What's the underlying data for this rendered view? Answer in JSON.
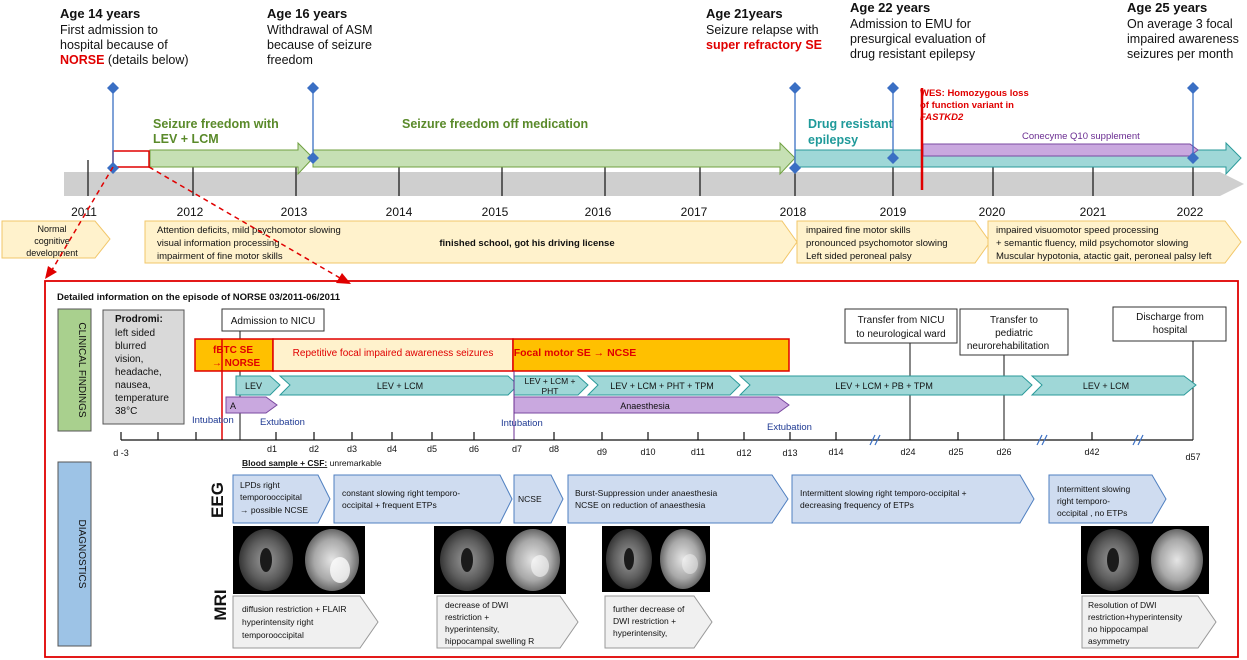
{
  "milestones": [
    {
      "age": "Age 14 years",
      "l1": "First admission to",
      "l2": "hospital because of",
      "l3_red": "NORSE",
      "l3_tail": " (details below)"
    },
    {
      "age": "Age 16 years",
      "l1": "Withdrawal of ASM",
      "l2": "because of seizure",
      "l3": "freedom"
    },
    {
      "age": "Age 21years",
      "l1": "Seizure relapse with",
      "l2_red": "super refractory SE"
    },
    {
      "age": "Age 22 years",
      "l1": "Admission to EMU for",
      "l2": "presurgical evaluation of",
      "l3": "drug resistant epilepsy"
    },
    {
      "age": "Age 25 years",
      "l1": "On average 3 focal",
      "l2": "impaired awareness",
      "l3": "seizures per month"
    }
  ],
  "wes": {
    "l1": "WES: Homozygous loss",
    "l2": "of function variant in",
    "l3": "FASTKD2"
  },
  "bars": {
    "freedom_lev_l1": "Seizure freedom with",
    "freedom_lev_l2": "LEV + LCM",
    "freedom_off": "Seizure freedom off medication",
    "drug_res_l1": "Drug resistant",
    "drug_res_l2": "epilepsy",
    "coq10": "Conecyme Q10 supplement"
  },
  "years": [
    "2011",
    "2012",
    "2013",
    "2014",
    "2015",
    "2016",
    "2017",
    "2018",
    "2019",
    "2020",
    "2021",
    "2022"
  ],
  "development": {
    "normal_l1": "Normal",
    "normal_l2": "cognitive",
    "normal_l3": "development",
    "mid_l1": "Attention deficits, mild psychomotor slowing",
    "mid_l2": "visual information processing",
    "mid_l3": "impairment of fine motor skills",
    "mid_center": "finished school, got his driving license",
    "r1_l1": "impaired fine motor skills",
    "r1_l2": "pronounced psychomotor slowing",
    "r1_l3": "Left sided peroneal palsy",
    "r2_l1": "impaired visuomotor speed processing",
    "r2_l2": "+ semantic fluency, mild psychomotor slowing",
    "r2_l3": "Muscular hypotonia, atactic gait, peroneal palsy left"
  },
  "detail_title": "Detailed information on the episode of NORSE 03/2011-06/2011",
  "side_labels": {
    "clinical": "CLINICAL FINDINGS",
    "diagnostics": "DIAGNOSTICS"
  },
  "prodromi": {
    "title": "Prodromi:",
    "lines": [
      "left sided",
      "blurred",
      "vision,",
      "headache,",
      "nausea,",
      "temperature",
      "38°C"
    ]
  },
  "clinical": {
    "nicu": "Admission to NICU",
    "fbtc_l1": "fBTC SE",
    "fbtc_l2": "→ NORSE",
    "repetitive": "Repetitive focal impaired awareness seizures",
    "focal_motor": "Focal motor SE  → NCSE",
    "transfer_nicu_l1": "Transfer from NICU",
    "transfer_nicu_l2": "to neurological ward",
    "transfer_ped_l1": "Transfer to",
    "transfer_ped_l2": "pediatric",
    "transfer_ped_l3": "neurorehabilitation",
    "discharge_l1": "Discharge from",
    "discharge_l2": "hospital"
  },
  "medications": [
    "LEV",
    "LEV + LCM",
    "LEV + LCM +",
    "PHT",
    "LEV + LCM + PHT + TPM",
    "LEV + LCM + PB + TPM",
    "LEV + LCM"
  ],
  "anaesthesia": {
    "a": "A",
    "label": "Anaesthesia"
  },
  "events": {
    "intubation": "Intubation",
    "extubation": "Extubation"
  },
  "days": [
    "d -3",
    "d1",
    "d2",
    "d3",
    "d4",
    "d5",
    "d6",
    "d7",
    "d8",
    "d9",
    "d10",
    "d11",
    "d12",
    "d13",
    "d14",
    "d24",
    "d25",
    "d26",
    "d42",
    "d57"
  ],
  "blood": {
    "bold": "Blood sample + CSF:",
    "rest": " unremarkable"
  },
  "eeg_label": "EEG",
  "mri_label": "MRI",
  "eeg": [
    {
      "l1": "LPDs  right",
      "l2": "temporooccipital",
      "l3": "→ possible NCSE"
    },
    {
      "l1": "constant slowing right temporo-",
      "l2": "occipital + frequent ETPs"
    },
    {
      "l1": "NCSE"
    },
    {
      "l1": "Burst-Suppression under anaesthesia",
      "l2": "NCSE on reduction of anaesthesia"
    },
    {
      "l1": "Intermittent slowing right temporo-occipital +",
      "l2": "decreasing frequency of ETPs"
    },
    {
      "l1": "Intermittent slowing",
      "l2": "right temporo-",
      "l3": "occipital , no ETPs"
    }
  ],
  "mri": [
    {
      "l1": "diffusion restriction + FLAIR",
      "l2": "hyperintensity right",
      "l3": "temporooccipital"
    },
    {
      "l1": "decrease of DWI",
      "l2": "restriction +",
      "l3": "hyperintensity,",
      "l4": "hippocampal swelling R"
    },
    {
      "l1": "further decrease of",
      "l2": "DWI restriction +",
      "l3": "hyperintensity,"
    },
    {
      "l1": "Resolution of DWI",
      "l2": "restriction+hyperintensity",
      "l3": "no hippocampal",
      "l4": "asymmetry"
    }
  ],
  "colors": {
    "red": "#e00000",
    "green_fill": "#c6e0b4",
    "teal_fill": "#9fd7d7",
    "purple_fill": "#c9a8df",
    "orange": "#ffc000",
    "yellow": "#fff2cc",
    "blue_box": "#cfdcf0"
  }
}
